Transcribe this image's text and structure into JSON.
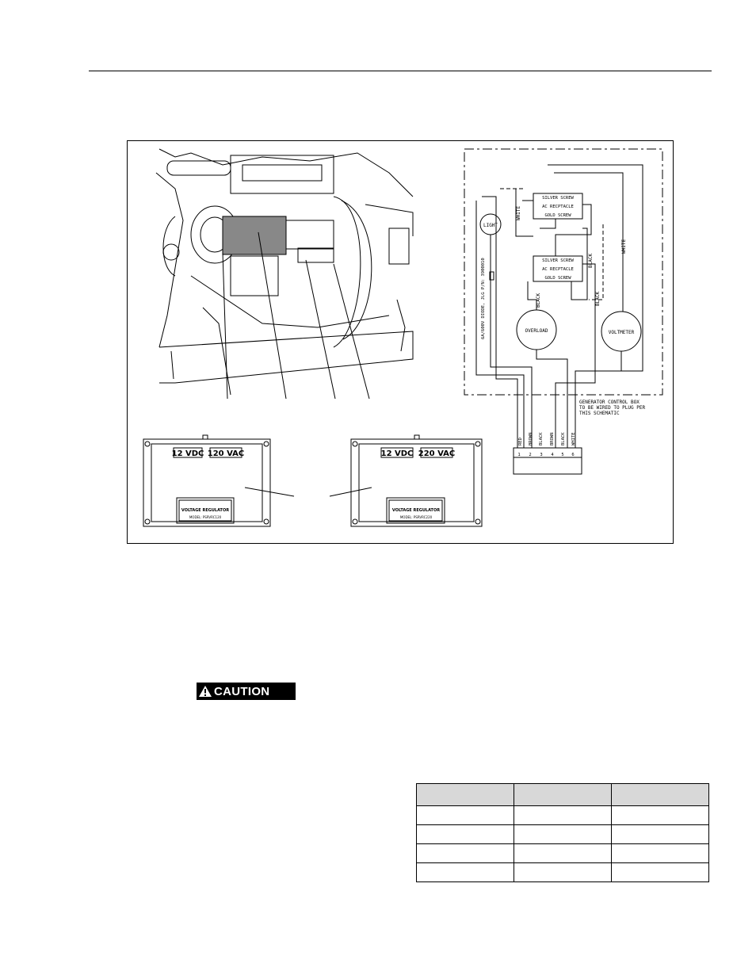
{
  "caution": {
    "label": "CAUTION"
  },
  "figure": {
    "regulator_left": {
      "dc_label": "12 VDC",
      "ac_label": "120 VAC",
      "plate_title": "VOLTAGE REGULATOR",
      "plate_model": "MODEL: PSRVRC120"
    },
    "regulator_right": {
      "dc_label": "12 VDC",
      "ac_label": "220 VAC",
      "plate_title": "VOLTAGE REGULATOR",
      "plate_model": "MODEL: PSRVRC220"
    },
    "schematic": {
      "receptacle_top": {
        "line1": "SILVER SCREW",
        "line2": "AC RECPTACLE",
        "line3": "GOLD SCREW"
      },
      "receptacle_bottom": {
        "line1": "SILVER SCREW",
        "line2": "AC RECPTACLE",
        "line3": "GOLD SCREW"
      },
      "light": "LIGHT",
      "overload": "OVERLOAD",
      "voltmeter": "VOLTMETER",
      "diode": "6A/600V DIODE, JLG P/N: 3900010",
      "wire_white_1": "WHITE",
      "wire_white_2": "WHITE",
      "wire_black_1": "BLACK",
      "wire_black_2": "BLACK",
      "wire_black_3": "BLACK",
      "note_line1": "GENERATOR CONTROL BOX",
      "note_line2": "TO BE WIRED TO PLUG PER",
      "note_line3": "THIS SCHEMATIC",
      "plug_wires": [
        "RED",
        "BROWN",
        "BLACK",
        "BROWN",
        "BLACK",
        "WHITE"
      ],
      "plug_pins": [
        "1",
        "2",
        "3",
        "4",
        "5",
        "6"
      ]
    }
  },
  "table": {
    "header": [
      "",
      "",
      ""
    ],
    "rows": [
      [
        "",
        "",
        ""
      ],
      [
        "",
        "",
        ""
      ],
      [
        "",
        "",
        ""
      ],
      [
        "",
        "",
        ""
      ]
    ]
  }
}
